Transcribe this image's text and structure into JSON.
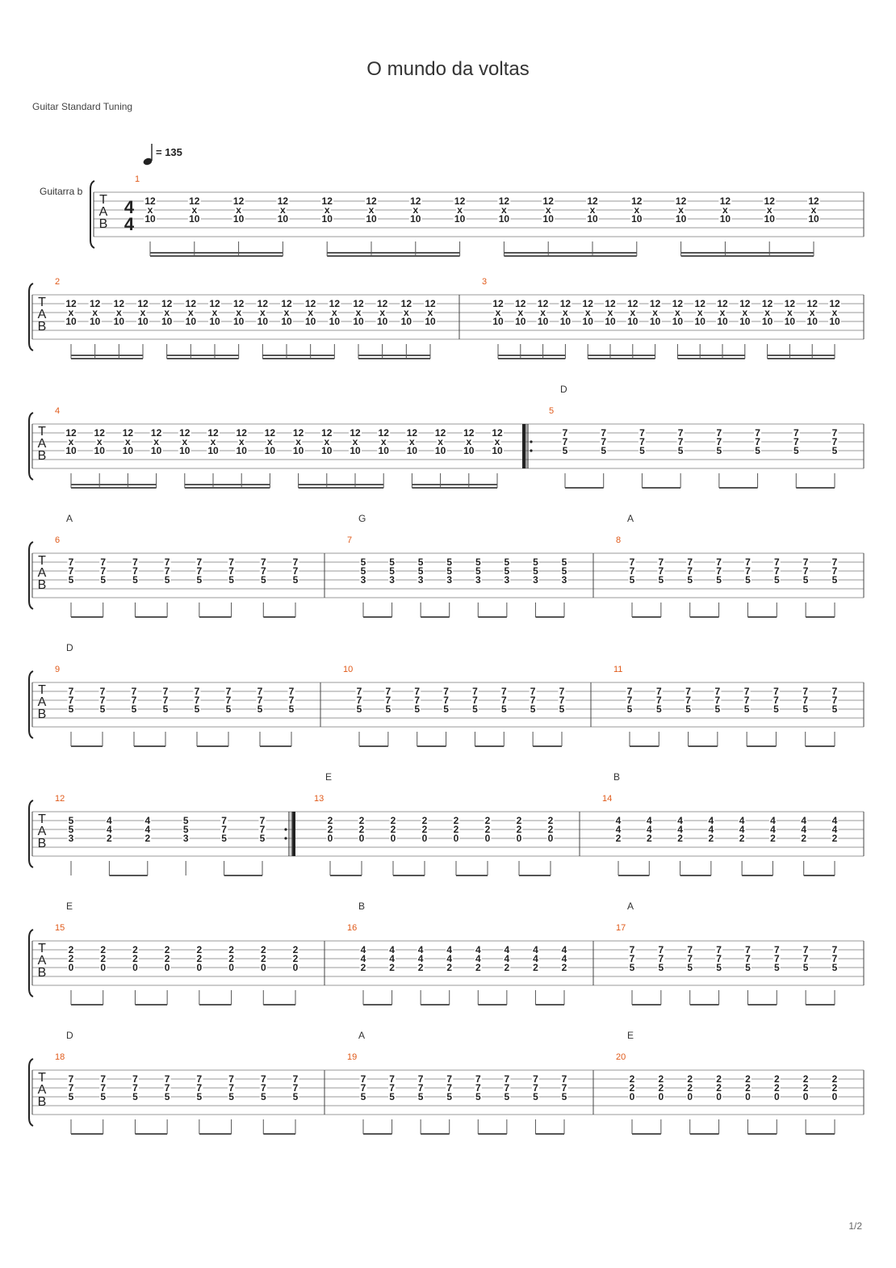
{
  "header": {
    "title": "O mundo da voltas",
    "tuning": "Guitar Standard Tuning",
    "tempo": "= 135",
    "instrument": "Guitarra b",
    "time_signature": [
      "4",
      "4"
    ],
    "tab_letters": [
      "T",
      "A",
      "B"
    ]
  },
  "footer": {
    "page": "1/2"
  },
  "systems": [
    {
      "measures": [
        {
          "num": "1",
          "chord": "",
          "beats": [
            [
              "12",
              "x",
              "10"
            ],
            [
              "12",
              "x",
              "10"
            ],
            [
              "12",
              "x",
              "10"
            ],
            [
              "12",
              "x",
              "10"
            ],
            [
              "12",
              "x",
              "10"
            ],
            [
              "12",
              "x",
              "10"
            ],
            [
              "12",
              "x",
              "10"
            ],
            [
              "12",
              "x",
              "10"
            ],
            [
              "12",
              "x",
              "10"
            ],
            [
              "12",
              "x",
              "10"
            ],
            [
              "12",
              "x",
              "10"
            ],
            [
              "12",
              "x",
              "10"
            ],
            [
              "12",
              "x",
              "10"
            ],
            [
              "12",
              "x",
              "10"
            ],
            [
              "12",
              "x",
              "10"
            ],
            [
              "12",
              "x",
              "10"
            ]
          ]
        }
      ]
    },
    {
      "measures": [
        {
          "num": "2",
          "chord": "",
          "beats": [
            [
              "12",
              "x",
              "10"
            ],
            [
              "12",
              "x",
              "10"
            ],
            [
              "12",
              "x",
              "10"
            ],
            [
              "12",
              "x",
              "10"
            ],
            [
              "12",
              "x",
              "10"
            ],
            [
              "12",
              "x",
              "10"
            ],
            [
              "12",
              "x",
              "10"
            ],
            [
              "12",
              "x",
              "10"
            ],
            [
              "12",
              "x",
              "10"
            ],
            [
              "12",
              "x",
              "10"
            ],
            [
              "12",
              "x",
              "10"
            ],
            [
              "12",
              "x",
              "10"
            ],
            [
              "12",
              "x",
              "10"
            ],
            [
              "12",
              "x",
              "10"
            ],
            [
              "12",
              "x",
              "10"
            ],
            [
              "12",
              "x",
              "10"
            ]
          ]
        },
        {
          "num": "3",
          "chord": "",
          "beats": [
            [
              "12",
              "x",
              "10"
            ],
            [
              "12",
              "x",
              "10"
            ],
            [
              "12",
              "x",
              "10"
            ],
            [
              "12",
              "x",
              "10"
            ],
            [
              "12",
              "x",
              "10"
            ],
            [
              "12",
              "x",
              "10"
            ],
            [
              "12",
              "x",
              "10"
            ],
            [
              "12",
              "x",
              "10"
            ],
            [
              "12",
              "x",
              "10"
            ],
            [
              "12",
              "x",
              "10"
            ],
            [
              "12",
              "x",
              "10"
            ],
            [
              "12",
              "x",
              "10"
            ],
            [
              "12",
              "x",
              "10"
            ],
            [
              "12",
              "x",
              "10"
            ],
            [
              "12",
              "x",
              "10"
            ],
            [
              "12",
              "x",
              "10"
            ]
          ]
        }
      ]
    },
    {
      "measures": [
        {
          "num": "4",
          "chord": "",
          "beats": [
            [
              "12",
              "x",
              "10"
            ],
            [
              "12",
              "x",
              "10"
            ],
            [
              "12",
              "x",
              "10"
            ],
            [
              "12",
              "x",
              "10"
            ],
            [
              "12",
              "x",
              "10"
            ],
            [
              "12",
              "x",
              "10"
            ],
            [
              "12",
              "x",
              "10"
            ],
            [
              "12",
              "x",
              "10"
            ],
            [
              "12",
              "x",
              "10"
            ],
            [
              "12",
              "x",
              "10"
            ],
            [
              "12",
              "x",
              "10"
            ],
            [
              "12",
              "x",
              "10"
            ],
            [
              "12",
              "x",
              "10"
            ],
            [
              "12",
              "x",
              "10"
            ],
            [
              "12",
              "x",
              "10"
            ],
            [
              "12",
              "x",
              "10"
            ]
          ]
        },
        {
          "num": "5",
          "chord": "D",
          "beats": [
            [
              "7",
              "7",
              "5"
            ],
            [
              "7",
              "7",
              "5"
            ],
            [
              "7",
              "7",
              "5"
            ],
            [
              "7",
              "7",
              "5"
            ],
            [
              "7",
              "7",
              "5"
            ],
            [
              "7",
              "7",
              "5"
            ],
            [
              "7",
              "7",
              "5"
            ],
            [
              "7",
              "7",
              "5"
            ]
          ]
        }
      ]
    },
    {
      "measures": [
        {
          "num": "6",
          "chord": "A",
          "beats": [
            [
              "7",
              "7",
              "5"
            ],
            [
              "7",
              "7",
              "5"
            ],
            [
              "7",
              "7",
              "5"
            ],
            [
              "7",
              "7",
              "5"
            ],
            [
              "7",
              "7",
              "5"
            ],
            [
              "7",
              "7",
              "5"
            ],
            [
              "7",
              "7",
              "5"
            ],
            [
              "7",
              "7",
              "5"
            ]
          ]
        },
        {
          "num": "7",
          "chord": "G",
          "beats": [
            [
              "5",
              "5",
              "3"
            ],
            [
              "5",
              "5",
              "3"
            ],
            [
              "5",
              "5",
              "3"
            ],
            [
              "5",
              "5",
              "3"
            ],
            [
              "5",
              "5",
              "3"
            ],
            [
              "5",
              "5",
              "3"
            ],
            [
              "5",
              "5",
              "3"
            ],
            [
              "5",
              "5",
              "3"
            ]
          ]
        },
        {
          "num": "8",
          "chord": "A",
          "beats": [
            [
              "7",
              "7",
              "5"
            ],
            [
              "7",
              "7",
              "5"
            ],
            [
              "7",
              "7",
              "5"
            ],
            [
              "7",
              "7",
              "5"
            ],
            [
              "7",
              "7",
              "5"
            ],
            [
              "7",
              "7",
              "5"
            ],
            [
              "7",
              "7",
              "5"
            ],
            [
              "7",
              "7",
              "5"
            ]
          ]
        }
      ]
    },
    {
      "measures": [
        {
          "num": "9",
          "chord": "D",
          "beats": [
            [
              "7",
              "7",
              "5"
            ],
            [
              "7",
              "7",
              "5"
            ],
            [
              "7",
              "7",
              "5"
            ],
            [
              "7",
              "7",
              "5"
            ],
            [
              "7",
              "7",
              "5"
            ],
            [
              "7",
              "7",
              "5"
            ],
            [
              "7",
              "7",
              "5"
            ],
            [
              "7",
              "7",
              "5"
            ]
          ]
        },
        {
          "num": "10",
          "chord": "",
          "beats": [
            [
              "7",
              "7",
              "5"
            ],
            [
              "7",
              "7",
              "5"
            ],
            [
              "7",
              "7",
              "5"
            ],
            [
              "7",
              "7",
              "5"
            ],
            [
              "7",
              "7",
              "5"
            ],
            [
              "7",
              "7",
              "5"
            ],
            [
              "7",
              "7",
              "5"
            ],
            [
              "7",
              "7",
              "5"
            ]
          ]
        },
        {
          "num": "11",
          "chord": "",
          "beats": [
            [
              "7",
              "7",
              "5"
            ],
            [
              "7",
              "7",
              "5"
            ],
            [
              "7",
              "7",
              "5"
            ],
            [
              "7",
              "7",
              "5"
            ],
            [
              "7",
              "7",
              "5"
            ],
            [
              "7",
              "7",
              "5"
            ],
            [
              "7",
              "7",
              "5"
            ],
            [
              "7",
              "7",
              "5"
            ]
          ]
        }
      ]
    },
    {
      "measures": [
        {
          "num": "12",
          "chord": "",
          "beats": [
            [
              "5",
              "5",
              "3"
            ],
            [
              "4",
              "4",
              "2"
            ],
            [
              "4",
              "4",
              "2"
            ],
            [
              "5",
              "5",
              "3"
            ],
            [
              "7",
              "7",
              "5"
            ],
            [
              "7",
              "7",
              "5"
            ]
          ]
        },
        {
          "num": "13",
          "chord": "E",
          "beats": [
            [
              "2",
              "2",
              "0"
            ],
            [
              "2",
              "2",
              "0"
            ],
            [
              "2",
              "2",
              "0"
            ],
            [
              "2",
              "2",
              "0"
            ],
            [
              "2",
              "2",
              "0"
            ],
            [
              "2",
              "2",
              "0"
            ],
            [
              "2",
              "2",
              "0"
            ],
            [
              "2",
              "2",
              "0"
            ]
          ]
        },
        {
          "num": "14",
          "chord": "B",
          "beats": [
            [
              "4",
              "4",
              "2"
            ],
            [
              "4",
              "4",
              "2"
            ],
            [
              "4",
              "4",
              "2"
            ],
            [
              "4",
              "4",
              "2"
            ],
            [
              "4",
              "4",
              "2"
            ],
            [
              "4",
              "4",
              "2"
            ],
            [
              "4",
              "4",
              "2"
            ],
            [
              "4",
              "4",
              "2"
            ]
          ]
        }
      ]
    },
    {
      "measures": [
        {
          "num": "15",
          "chord": "E",
          "beats": [
            [
              "2",
              "2",
              "0"
            ],
            [
              "2",
              "2",
              "0"
            ],
            [
              "2",
              "2",
              "0"
            ],
            [
              "2",
              "2",
              "0"
            ],
            [
              "2",
              "2",
              "0"
            ],
            [
              "2",
              "2",
              "0"
            ],
            [
              "2",
              "2",
              "0"
            ],
            [
              "2",
              "2",
              "0"
            ]
          ]
        },
        {
          "num": "16",
          "chord": "B",
          "beats": [
            [
              "4",
              "4",
              "2"
            ],
            [
              "4",
              "4",
              "2"
            ],
            [
              "4",
              "4",
              "2"
            ],
            [
              "4",
              "4",
              "2"
            ],
            [
              "4",
              "4",
              "2"
            ],
            [
              "4",
              "4",
              "2"
            ],
            [
              "4",
              "4",
              "2"
            ],
            [
              "4",
              "4",
              "2"
            ]
          ]
        },
        {
          "num": "17",
          "chord": "A",
          "beats": [
            [
              "7",
              "7",
              "5"
            ],
            [
              "7",
              "7",
              "5"
            ],
            [
              "7",
              "7",
              "5"
            ],
            [
              "7",
              "7",
              "5"
            ],
            [
              "7",
              "7",
              "5"
            ],
            [
              "7",
              "7",
              "5"
            ],
            [
              "7",
              "7",
              "5"
            ],
            [
              "7",
              "7",
              "5"
            ]
          ]
        }
      ]
    },
    {
      "measures": [
        {
          "num": "18",
          "chord": "D",
          "beats": [
            [
              "7",
              "7",
              "5"
            ],
            [
              "7",
              "7",
              "5"
            ],
            [
              "7",
              "7",
              "5"
            ],
            [
              "7",
              "7",
              "5"
            ],
            [
              "7",
              "7",
              "5"
            ],
            [
              "7",
              "7",
              "5"
            ],
            [
              "7",
              "7",
              "5"
            ],
            [
              "7",
              "7",
              "5"
            ]
          ]
        },
        {
          "num": "19",
          "chord": "A",
          "beats": [
            [
              "7",
              "7",
              "5"
            ],
            [
              "7",
              "7",
              "5"
            ],
            [
              "7",
              "7",
              "5"
            ],
            [
              "7",
              "7",
              "5"
            ],
            [
              "7",
              "7",
              "5"
            ],
            [
              "7",
              "7",
              "5"
            ],
            [
              "7",
              "7",
              "5"
            ],
            [
              "7",
              "7",
              "5"
            ]
          ]
        },
        {
          "num": "20",
          "chord": "E",
          "beats": [
            [
              "2",
              "2",
              "0"
            ],
            [
              "2",
              "2",
              "0"
            ],
            [
              "2",
              "2",
              "0"
            ],
            [
              "2",
              "2",
              "0"
            ],
            [
              "2",
              "2",
              "0"
            ],
            [
              "2",
              "2",
              "0"
            ],
            [
              "2",
              "2",
              "0"
            ],
            [
              "2",
              "2",
              "0"
            ]
          ]
        }
      ]
    }
  ]
}
